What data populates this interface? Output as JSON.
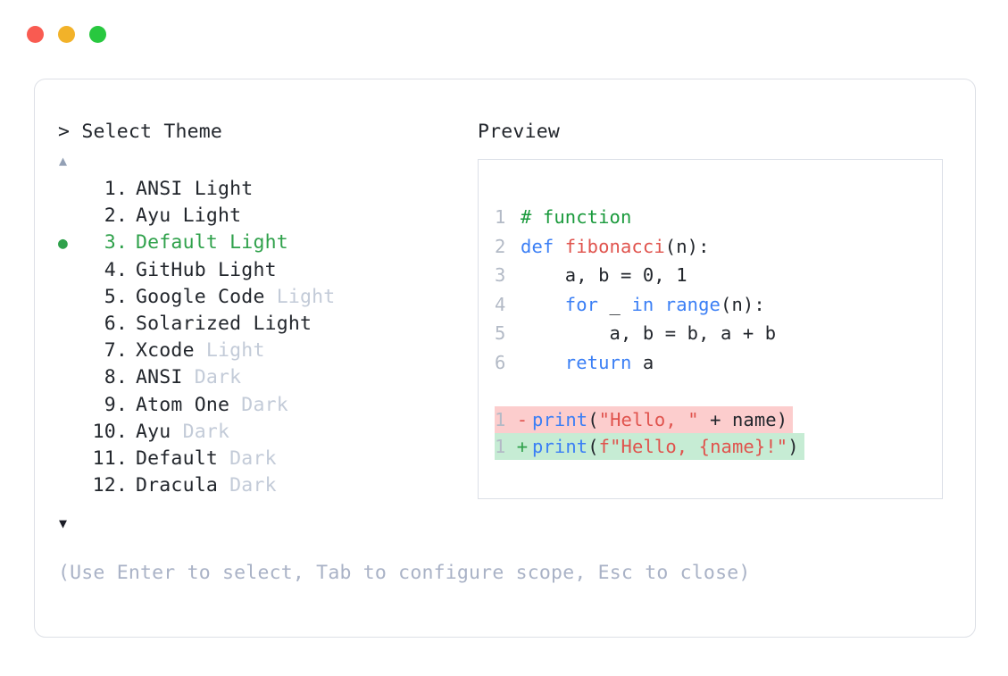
{
  "window": {
    "traffic_lights": [
      {
        "name": "close",
        "color": "#f95b51"
      },
      {
        "name": "minimize",
        "color": "#f2b229"
      },
      {
        "name": "maximize",
        "color": "#28c83f"
      }
    ]
  },
  "prompt": {
    "caret": ">",
    "title": "Select Theme"
  },
  "scroll": {
    "up_glyph": "▲",
    "down_glyph": "▼"
  },
  "themes": {
    "selected_index": 3,
    "bullet_glyph": "●",
    "items": [
      {
        "index": "1.",
        "name": "ANSI",
        "variant": "Light",
        "variant_muted": false,
        "selected": false
      },
      {
        "index": "2.",
        "name": "Ayu",
        "variant": "Light",
        "variant_muted": false,
        "selected": false
      },
      {
        "index": "3.",
        "name": "Default",
        "variant": "Light",
        "variant_muted": false,
        "selected": true
      },
      {
        "index": "4.",
        "name": "GitHub",
        "variant": "Light",
        "variant_muted": false,
        "selected": false
      },
      {
        "index": "5.",
        "name": "Google Code",
        "variant": "Light",
        "variant_muted": true,
        "selected": false
      },
      {
        "index": "6.",
        "name": "Solarized",
        "variant": "Light",
        "variant_muted": false,
        "selected": false
      },
      {
        "index": "7.",
        "name": "Xcode",
        "variant": "Light",
        "variant_muted": true,
        "selected": false
      },
      {
        "index": "8.",
        "name": "ANSI",
        "variant": "Dark",
        "variant_muted": true,
        "selected": false
      },
      {
        "index": "9.",
        "name": "Atom One",
        "variant": "Dark",
        "variant_muted": true,
        "selected": false
      },
      {
        "index": "10.",
        "name": "Ayu",
        "variant": "Dark",
        "variant_muted": true,
        "selected": false
      },
      {
        "index": "11.",
        "name": "Default",
        "variant": "Dark",
        "variant_muted": true,
        "selected": false
      },
      {
        "index": "12.",
        "name": "Dracula",
        "variant": "Dark",
        "variant_muted": true,
        "selected": false
      }
    ]
  },
  "preview": {
    "heading": "Preview",
    "code_lines": [
      {
        "number": "1",
        "tokens": [
          {
            "text": "# function",
            "kind": "comment"
          }
        ]
      },
      {
        "number": "2",
        "tokens": [
          {
            "text": "def ",
            "kind": "keyword"
          },
          {
            "text": "fibonacci",
            "kind": "func"
          },
          {
            "text": "(n):",
            "kind": "plain"
          }
        ]
      },
      {
        "number": "3",
        "tokens": [
          {
            "text": "    a, b = 0, 1",
            "kind": "plain"
          }
        ]
      },
      {
        "number": "4",
        "tokens": [
          {
            "text": "    ",
            "kind": "plain"
          },
          {
            "text": "for",
            "kind": "keyword"
          },
          {
            "text": " _ ",
            "kind": "plain"
          },
          {
            "text": "in",
            "kind": "keyword"
          },
          {
            "text": " ",
            "kind": "plain"
          },
          {
            "text": "range",
            "kind": "keyword"
          },
          {
            "text": "(n):",
            "kind": "plain"
          }
        ]
      },
      {
        "number": "5",
        "tokens": [
          {
            "text": "        a, b = b, a + b",
            "kind": "plain"
          }
        ]
      },
      {
        "number": "6",
        "tokens": [
          {
            "text": "    ",
            "kind": "plain"
          },
          {
            "text": "return",
            "kind": "keyword"
          },
          {
            "text": " a",
            "kind": "plain"
          }
        ]
      }
    ],
    "diff_lines": [
      {
        "number": "1",
        "sign": "-",
        "type": "removed",
        "background": "#fccdcd",
        "tokens": [
          {
            "text": "print",
            "kind": "keyword"
          },
          {
            "text": "(",
            "kind": "plain"
          },
          {
            "text": "\"Hello, \"",
            "kind": "string"
          },
          {
            "text": " + name)",
            "kind": "plain"
          }
        ]
      },
      {
        "number": "1",
        "sign": "+",
        "type": "added",
        "background": "#c6ecd4",
        "tokens": [
          {
            "text": "print",
            "kind": "keyword"
          },
          {
            "text": "(",
            "kind": "plain"
          },
          {
            "text": "f\"Hello, {name}!\"",
            "kind": "string"
          },
          {
            "text": ")",
            "kind": "plain"
          }
        ]
      }
    ]
  },
  "hint": "(Use Enter to select, Tab to configure scope, Esc to close)",
  "colors": {
    "accent_selected": "#2fa14b",
    "muted_text": "#c3cbd8",
    "hint_text": "#a9b2c6",
    "comment": "#1a9a3c",
    "keyword": "#3b7ff5",
    "function": "#e0534d",
    "string": "#e0534d",
    "plain": "#22262c",
    "line_number": "#b3bac6",
    "card_border": "#dde0e6",
    "preview_border": "#dbdfe7"
  }
}
